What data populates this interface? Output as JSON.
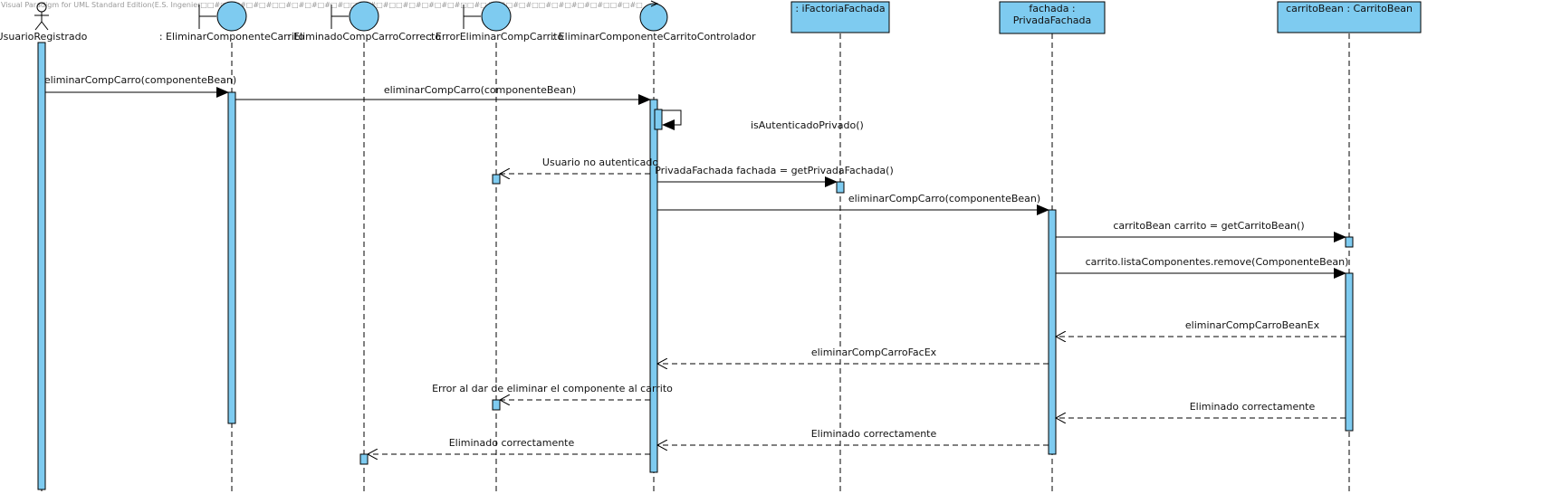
{
  "watermark": "Visual Paradigm for UML Standard Edition(E.S. Ingenier□□#□#□#□#□#□□#□#□#□#□#□□#□#□#□□#□#□#□#□#□□#□#□#□#□#□□#□#□#□#□#□□#□#□",
  "colors": {
    "fill": "#7ecbf0",
    "line": "#000000",
    "text": "#111111"
  },
  "lifelines": [
    {
      "id": "actor",
      "kind": "actor",
      "label": "UsuarioRegistrado"
    },
    {
      "id": "b1",
      "kind": "boundary",
      "label": ": EliminarComponenteCarrito"
    },
    {
      "id": "b2",
      "kind": "boundary",
      "label": ": EliminadoCompCarroCorrecto"
    },
    {
      "id": "b3",
      "kind": "boundary",
      "label": ": ErrorEliminarCompCarrito"
    },
    {
      "id": "ctrl",
      "kind": "control",
      "label": ": EliminarComponenteCarritoControlador"
    },
    {
      "id": "factoria",
      "kind": "box",
      "label": ": iFactoriaFachada"
    },
    {
      "id": "fachada",
      "kind": "box",
      "label": "fachada :\nPrivadaFachada"
    },
    {
      "id": "bean",
      "kind": "box",
      "label": "carritoBean : CarritoBean"
    }
  ],
  "messages": [
    {
      "from": "actor",
      "to": "b1",
      "type": "sync",
      "label": "eliminarCompCarro(componenteBean)"
    },
    {
      "from": "b1",
      "to": "ctrl",
      "type": "sync",
      "label": "eliminarCompCarro(componenteBean)"
    },
    {
      "from": "ctrl",
      "to": "ctrl",
      "type": "self",
      "label": "isAutenticadoPrivado()"
    },
    {
      "from": "ctrl",
      "to": "b3",
      "type": "return",
      "label": "Usuario no autenticado"
    },
    {
      "from": "ctrl",
      "to": "factoria",
      "type": "sync",
      "label": "PrivadaFachada fachada = getPrivadaFachada()"
    },
    {
      "from": "ctrl",
      "to": "fachada",
      "type": "sync",
      "label": "eliminarCompCarro(componenteBean)"
    },
    {
      "from": "fachada",
      "to": "bean",
      "type": "sync",
      "label": "carritoBean carrito = getCarritoBean()"
    },
    {
      "from": "fachada",
      "to": "bean",
      "type": "sync",
      "label": "carrito.listaComponentes.remove(ComponenteBean)"
    },
    {
      "from": "bean",
      "to": "fachada",
      "type": "return",
      "label": "eliminarCompCarroBeanEx"
    },
    {
      "from": "fachada",
      "to": "ctrl",
      "type": "return",
      "label": "eliminarCompCarroFacEx"
    },
    {
      "from": "ctrl",
      "to": "b3",
      "type": "return",
      "label": "Error al dar de eliminar el componente al carrito"
    },
    {
      "from": "bean",
      "to": "fachada",
      "type": "return",
      "label": "Eliminado correctamente"
    },
    {
      "from": "fachada",
      "to": "ctrl",
      "type": "return",
      "label": "Eliminado correctamente"
    },
    {
      "from": "ctrl",
      "to": "b2",
      "type": "return",
      "label": "Eliminado correctamente"
    }
  ]
}
